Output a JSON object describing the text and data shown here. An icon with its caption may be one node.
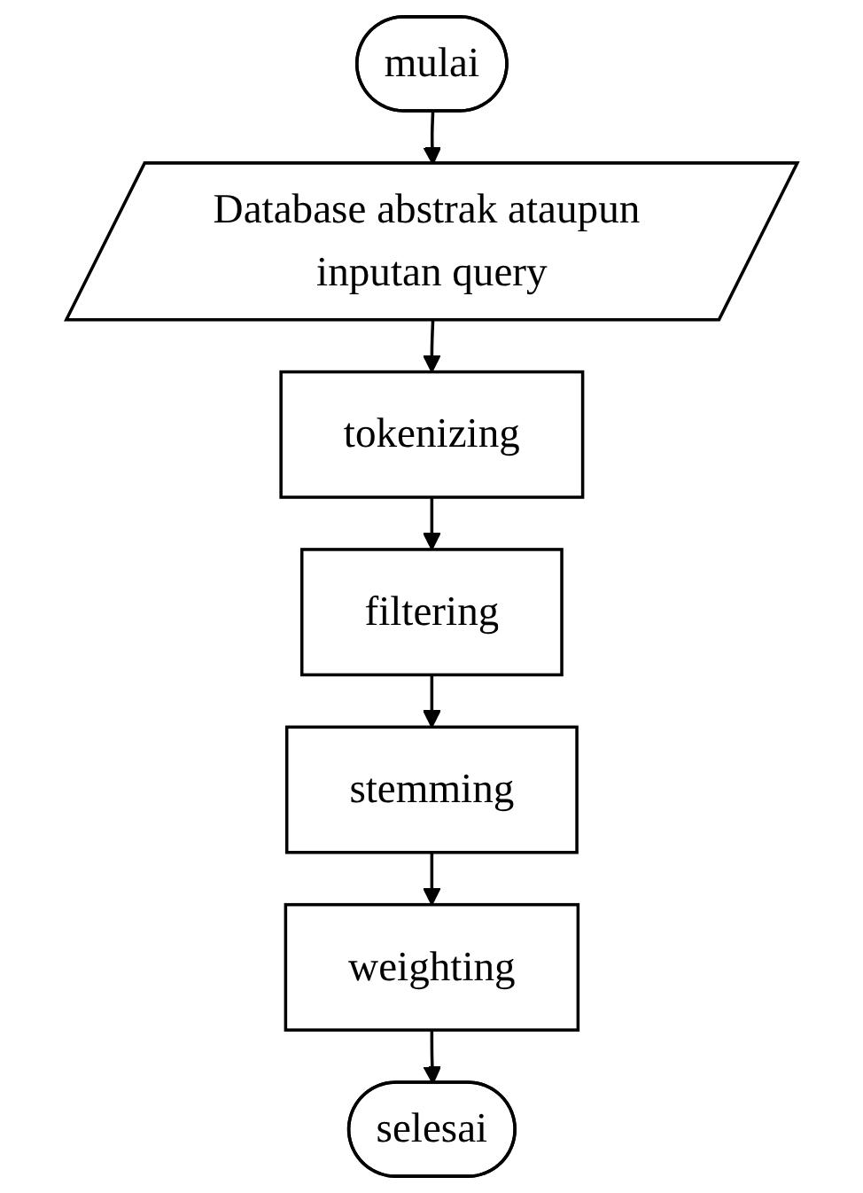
{
  "diagram": {
    "nodes": [
      {
        "text": [
          "mulai"
        ]
      },
      {
        "text": [
          "Database abstrak ataupun inputan query"
        ]
      },
      {
        "text": [
          "tokenizing"
        ]
      },
      {
        "text": [
          "filtering"
        ]
      },
      {
        "text": [
          "stemming"
        ]
      },
      {
        "text": [
          "weighting"
        ]
      },
      {
        "text": [
          "selesai"
        ]
      }
    ],
    "edges": [
      {
        "from": 0,
        "to": 1,
        "arrow": "to"
      },
      {
        "from": 1,
        "to": 2,
        "arrow": "to"
      },
      {
        "from": 2,
        "to": 3,
        "arrow": "to"
      },
      {
        "from": 3,
        "to": 4,
        "arrow": "to"
      },
      {
        "from": 4,
        "to": 5,
        "arrow": "to"
      },
      {
        "from": 5,
        "to": 6,
        "arrow": "to"
      }
    ]
  }
}
